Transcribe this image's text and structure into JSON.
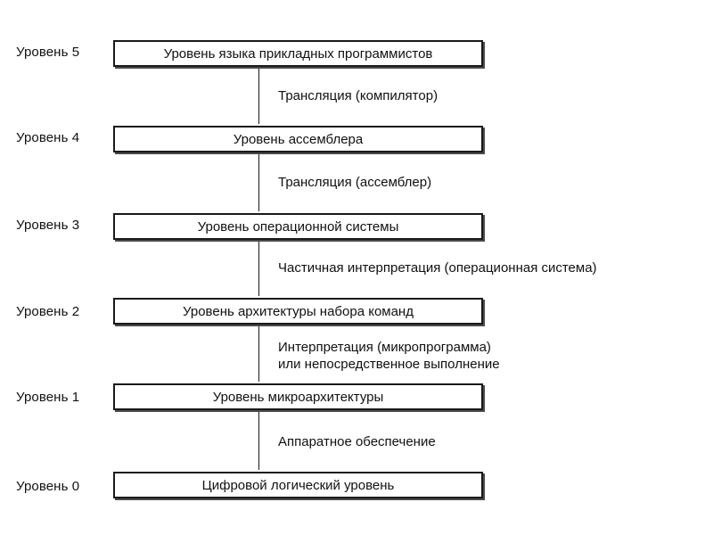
{
  "levels": [
    {
      "label": "Уровень 5",
      "name": "Уровень языка прикладных программистов"
    },
    {
      "label": "Уровень 4",
      "name": "Уровень ассемблера"
    },
    {
      "label": "Уровень 3",
      "name": "Уровень операционной системы"
    },
    {
      "label": "Уровень 2",
      "name": "Уровень архитектуры набора команд"
    },
    {
      "label": "Уровень 1",
      "name": "Уровень микроархитектуры"
    },
    {
      "label": "Уровень 0",
      "name": "Цифровой логический уровень"
    }
  ],
  "transitions": [
    {
      "lines": [
        "Трансляция (компилятор)"
      ]
    },
    {
      "lines": [
        "Трансляция (ассемблер)"
      ]
    },
    {
      "lines": [
        "Частичная интерпретация (операционная система)"
      ]
    },
    {
      "lines": [
        "Интерпретация (микропрограмма)",
        "или непосредственное выполнение"
      ]
    },
    {
      "lines": [
        "Аппаратное обеспечение"
      ]
    }
  ]
}
